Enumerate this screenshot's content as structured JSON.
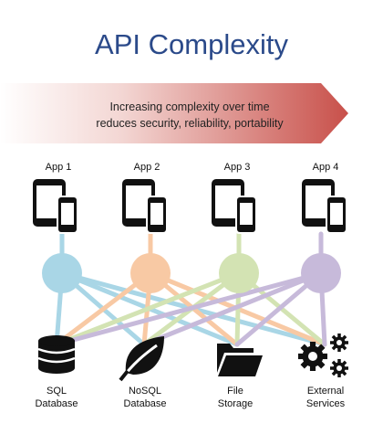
{
  "title": "API Complexity",
  "banner": {
    "line1": "Increasing complexity over time",
    "line2": "reduces security, reliability, portability"
  },
  "apps": [
    {
      "label": "App 1",
      "color": "#a9d6e6"
    },
    {
      "label": "App 2",
      "color": "#f8c9a4"
    },
    {
      "label": "App 3",
      "color": "#d3e3b3"
    },
    {
      "label": "App 4",
      "color": "#c7bada"
    }
  ],
  "backends": [
    {
      "line1": "SQL",
      "line2": "Database",
      "icon": "database-icon"
    },
    {
      "line1": "NoSQL",
      "line2": "Database",
      "icon": "leaf-icon"
    },
    {
      "line1": "File",
      "line2": "Storage",
      "icon": "folder-icon"
    },
    {
      "line1": "External",
      "line2": "Services",
      "icon": "gears-icon"
    }
  ],
  "colors": {
    "title": "#2b4a8a",
    "arrow_start": "#ffffff",
    "arrow_end": "#c8504a",
    "icon": "#111111"
  }
}
